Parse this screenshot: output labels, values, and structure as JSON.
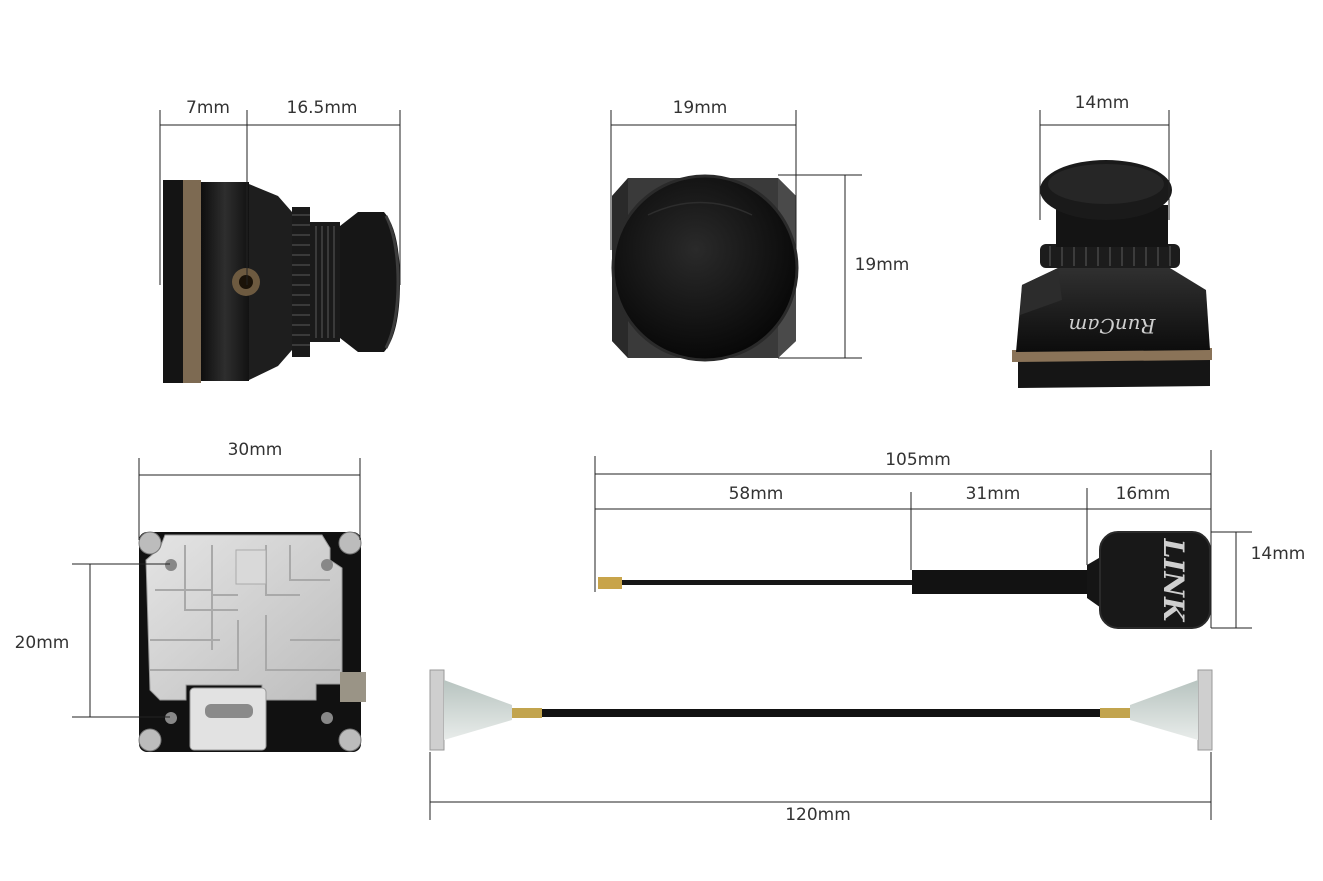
{
  "dimensions": {
    "side_back_depth": "7mm",
    "side_front_depth": "16.5mm",
    "front_width": "19mm",
    "front_height": "19mm",
    "lens_diameter": "14mm",
    "board_width": "30mm",
    "board_hole_spacing": "20mm",
    "antenna_total": "105mm",
    "antenna_cable": "58mm",
    "antenna_sleeve": "31mm",
    "antenna_head_length": "16mm",
    "antenna_head_diameter": "14mm",
    "cable_length": "120mm"
  },
  "branding": {
    "camera_logo": "RunCam",
    "antenna_logo": "LINK"
  },
  "colors": {
    "camera_body": "#1c1c1c",
    "bronze_band": "#8a7358",
    "board_shield": "#d4d4d4",
    "dimension_line": "#222222"
  }
}
